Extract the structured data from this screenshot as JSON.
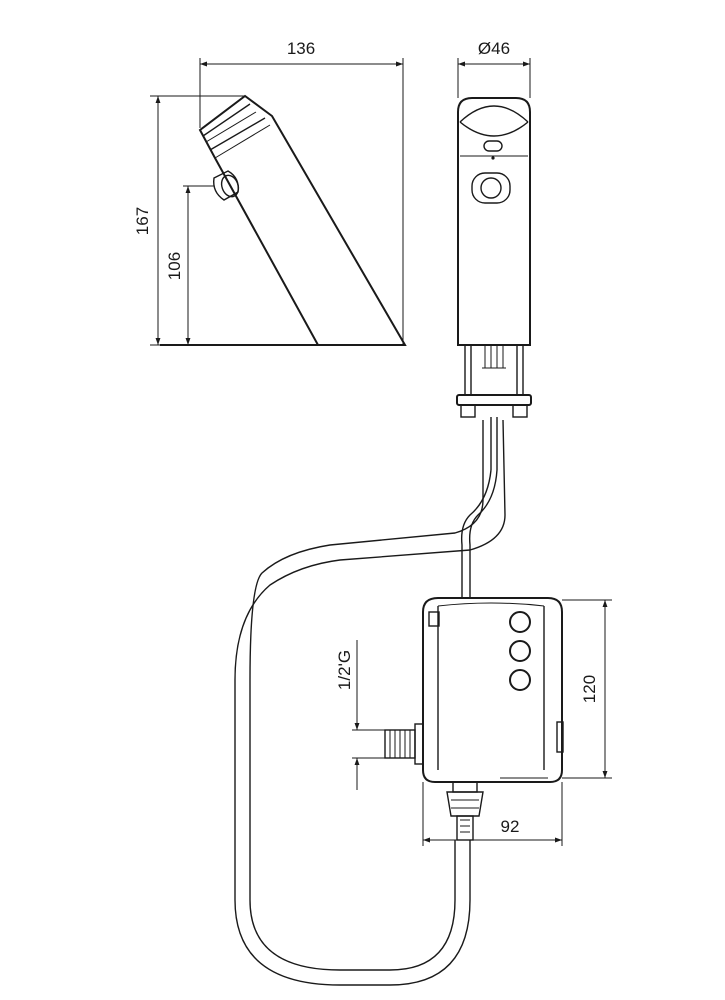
{
  "dimensions": {
    "side_width": "136",
    "side_height": "167",
    "sensor_height": "106",
    "front_diameter": "Ø46",
    "thread": "1/2'G",
    "box_height": "120",
    "box_depth": "92"
  },
  "colors": {
    "line": "#1a1a1a",
    "background": "#ffffff"
  }
}
